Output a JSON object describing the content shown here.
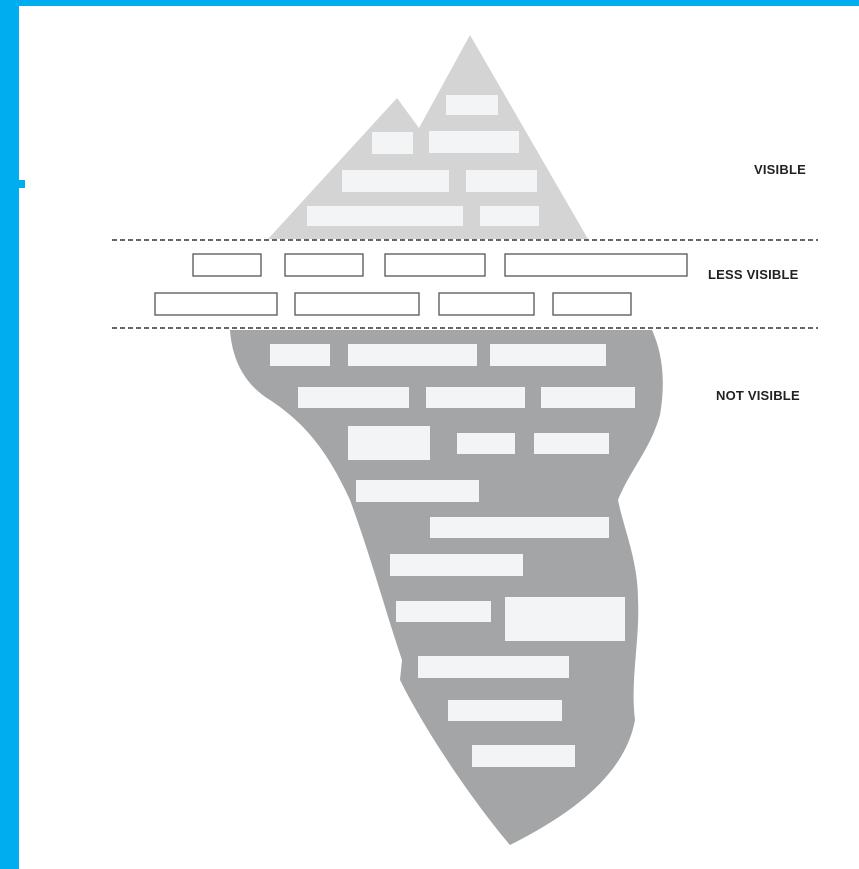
{
  "colors": {
    "frame": "#00aeef",
    "tip": "#d4d4d4",
    "underwater": "#a4a5a6",
    "text_box": "#f3f4f5",
    "outline_box": "#555555",
    "divider": "#333333",
    "label": "#222222"
  },
  "zones": {
    "visible": "VISIBLE",
    "less_visible": "LESS VISIBLE",
    "not_visible": "NOT VISIBLE"
  }
}
